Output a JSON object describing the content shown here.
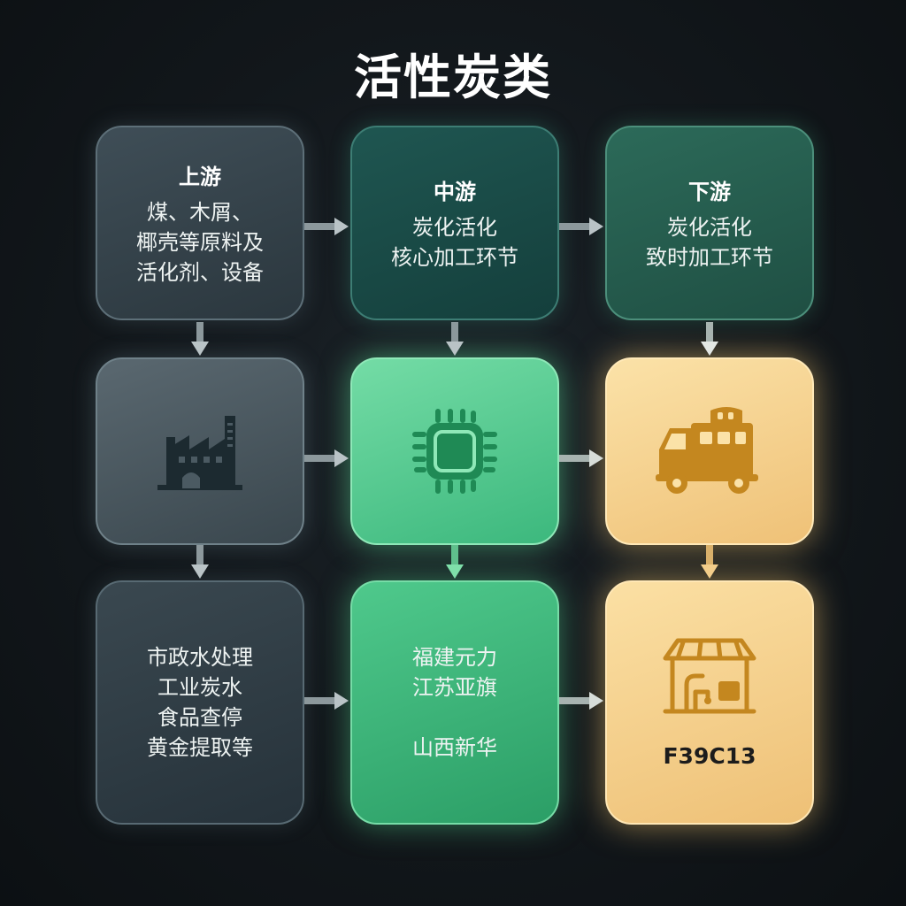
{
  "title": "活性炭类",
  "upstream": {
    "head": "上游",
    "lines": [
      "煤、木屑、",
      "椰壳等原料及",
      "活化剂、设备"
    ],
    "icon": "factory-icon",
    "applications": [
      "市政水处理",
      "工业炭水",
      "食品查停",
      "黄金提取等"
    ]
  },
  "midstream": {
    "head": "中游",
    "lines": [
      "炭化活化",
      "核心加工环节"
    ],
    "icon": "chip-icon",
    "companies": [
      "福建元力",
      "江苏亚旗",
      "山西新华"
    ]
  },
  "downstream": {
    "head": "下游",
    "lines": [
      "炭化活化",
      "致时加工环节"
    ],
    "icon": "truck-icon",
    "store_icon": "store-icon",
    "code": "F39C13"
  },
  "colors": {
    "icon_dark": "#1c2a30",
    "icon_green": "#1f8a55",
    "icon_amber": "#c4871f",
    "arrow": "#b9c3c6"
  }
}
